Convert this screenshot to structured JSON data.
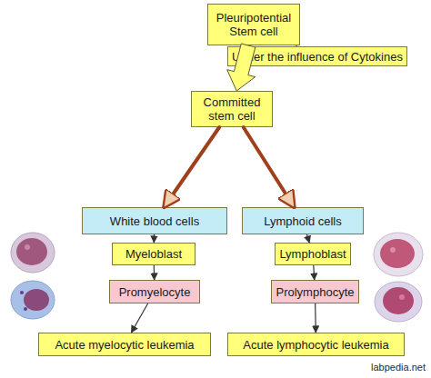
{
  "diagram": {
    "nodes": [
      {
        "text": [
          "Pleuripotential Stem cell"
        ]
      },
      {
        "text": [
          "Under the influence of Cytokines"
        ]
      },
      {
        "text": [
          "Committed stem cell"
        ]
      },
      {
        "text": [
          "White blood cells"
        ]
      },
      {
        "text": [
          "Myeloblast"
        ]
      },
      {
        "text": [
          "Promyelocyte"
        ]
      },
      {
        "text": [
          "Acute myelocytic leukemia"
        ]
      },
      {
        "text": [
          "Lymphoid cells"
        ]
      },
      {
        "text": [
          "Lymphoblast"
        ]
      },
      {
        "text": [
          "Prolymphocyte"
        ]
      },
      {
        "text": [
          "Acute lymphocytic leukemia"
        ]
      }
    ],
    "edges": [
      {
        "from": 1,
        "to": 0,
        "arrow": "none"
      },
      {
        "from": 0,
        "to": 2,
        "arrow": "to"
      },
      {
        "from": 2,
        "to": 3,
        "arrow": "to"
      },
      {
        "from": 2,
        "to": 7,
        "arrow": "to"
      },
      {
        "from": 3,
        "to": 4,
        "arrow": "to"
      },
      {
        "from": 4,
        "to": 5,
        "arrow": "to"
      },
      {
        "from": 5,
        "to": 6,
        "arrow": "to"
      },
      {
        "from": 7,
        "to": 8,
        "arrow": "to"
      },
      {
        "from": 8,
        "to": 9,
        "arrow": "to"
      },
      {
        "from": 9,
        "to": 10,
        "arrow": "to"
      }
    ],
    "labels": [
      "labpedia.net"
    ]
  }
}
